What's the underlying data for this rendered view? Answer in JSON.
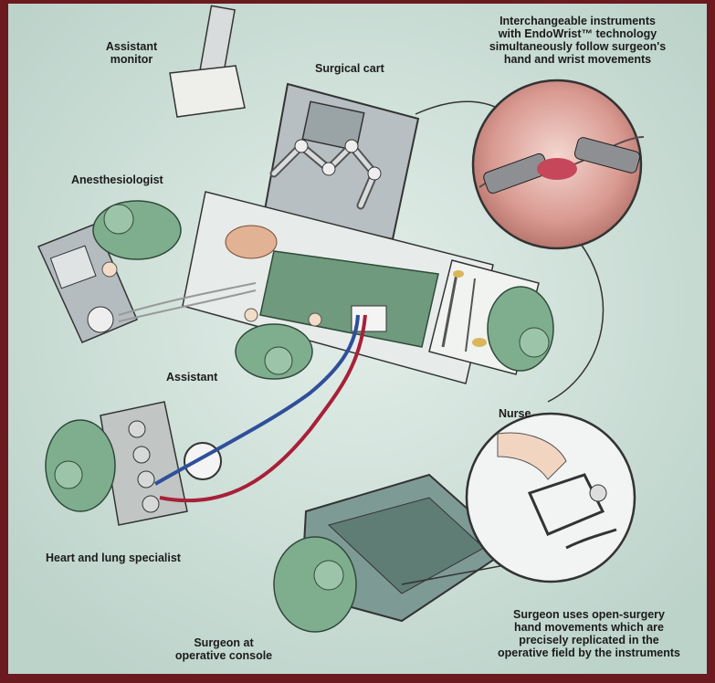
{
  "labels": {
    "assistant_monitor": [
      "Assistant",
      "monitor"
    ],
    "surgical_cart": "Surgical cart",
    "instruments_note": [
      "Interchangeable instruments",
      "with EndoWrist™ technology",
      "simultaneously follow surgeon's",
      "hand and wrist movements"
    ],
    "anesthesiologist": "Anesthesiologist",
    "assistant": "Assistant",
    "nurse": "Nurse",
    "heart_lung": "Heart and lung specialist",
    "surgeon_console": [
      "Surgeon at",
      "operative console"
    ],
    "surgeon_note": [
      "Surgeon uses open-surgery",
      "hand movements which are",
      "precisely replicated in the",
      "operative field by the instruments"
    ]
  },
  "colors": {
    "frame": "#6b1a1f",
    "background": "#cfe1da",
    "scrubs": "#7fae8e",
    "drape": "#6f9a7e",
    "equipment": "#b9c2c4",
    "artery": "#a82038",
    "vein": "#2f4f9a"
  }
}
